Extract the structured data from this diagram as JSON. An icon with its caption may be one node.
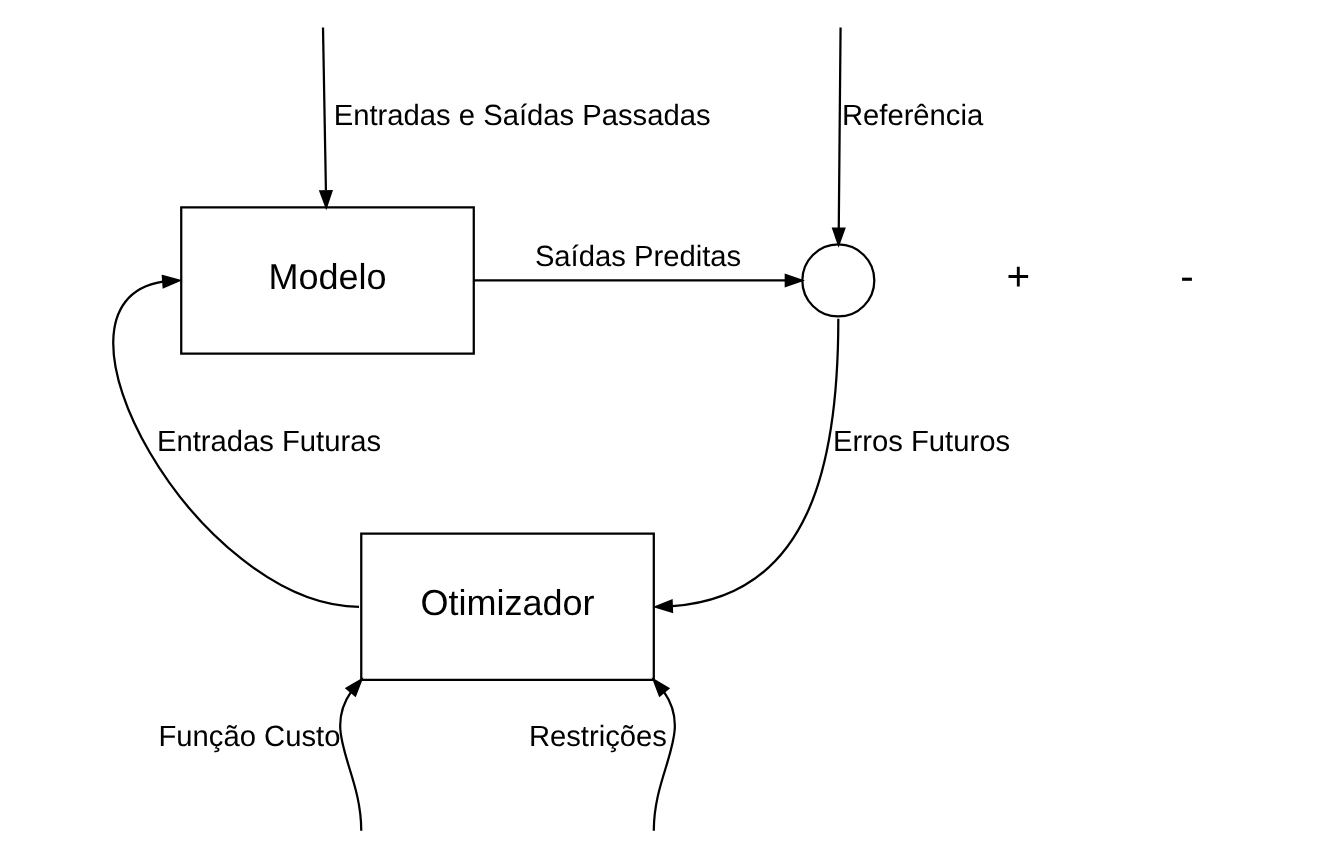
{
  "diagram": {
    "nodes": [
      {
        "text": [
          "Modelo"
        ]
      },
      {
        "text": [
          "Otimizador"
        ]
      },
      {
        "text": [],
        "shape": "circle"
      }
    ],
    "edges": [
      {
        "from": null,
        "to": 0,
        "arrow": "to",
        "label": "Entradas e Saídas Passadas"
      },
      {
        "from": 1,
        "to": 0,
        "arrow": "to",
        "label": "Entradas Futuras"
      },
      {
        "from": 0,
        "to": 2,
        "arrow": "to",
        "label": "Saídas Preditas"
      },
      {
        "from": null,
        "to": 2,
        "arrow": "to",
        "label": "Referência"
      },
      {
        "from": 2,
        "to": 1,
        "arrow": "to",
        "label": "Erros Futuros"
      },
      {
        "from": null,
        "to": 1,
        "arrow": "to",
        "label": "Função Custo"
      },
      {
        "from": null,
        "to": 1,
        "arrow": "to",
        "label": "Restrições"
      }
    ],
    "labels": [
      "+",
      "-"
    ]
  }
}
